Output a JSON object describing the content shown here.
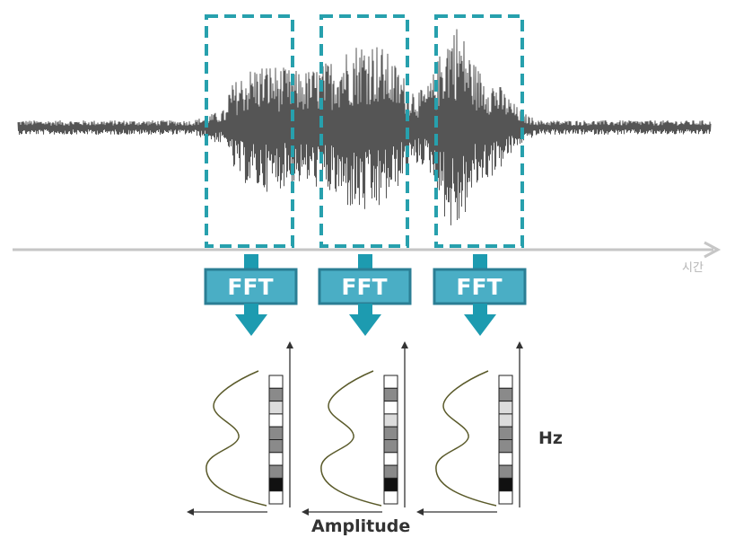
{
  "diagram": {
    "time_axis_label": "시간",
    "frequency_axis_label": "Hz",
    "amplitude_axis_label": "Amplitude",
    "fft_label": "FFT",
    "windows": [
      {
        "fft_label": "FFT"
      },
      {
        "fft_label": "FFT"
      },
      {
        "fft_label": "FFT"
      }
    ],
    "spectrum_bins": [
      [
        "white",
        "gray",
        "light-gray",
        "white",
        "gray",
        "gray",
        "white",
        "gray",
        "black",
        "white"
      ],
      [
        "white",
        "gray",
        "white",
        "light-gray",
        "gray",
        "gray",
        "white",
        "gray",
        "black",
        "white"
      ],
      [
        "white",
        "gray",
        "light-gray",
        "light-gray",
        "gray",
        "gray",
        "white",
        "gray",
        "black",
        "white"
      ]
    ],
    "colors": {
      "window_border": "#27a0ad",
      "fft_box_fill": "#4aaec5",
      "fft_box_border": "#2b7e94",
      "arrow": "#1d9bb0",
      "waveform": "#555555",
      "time_axis": "#c6c6c6",
      "curve": "#5a5a2a",
      "bin_black": "#111111",
      "bin_gray": "#8a8a8a",
      "bin_light_gray": "#dcdcdc",
      "bin_white": "#ffffff"
    }
  }
}
